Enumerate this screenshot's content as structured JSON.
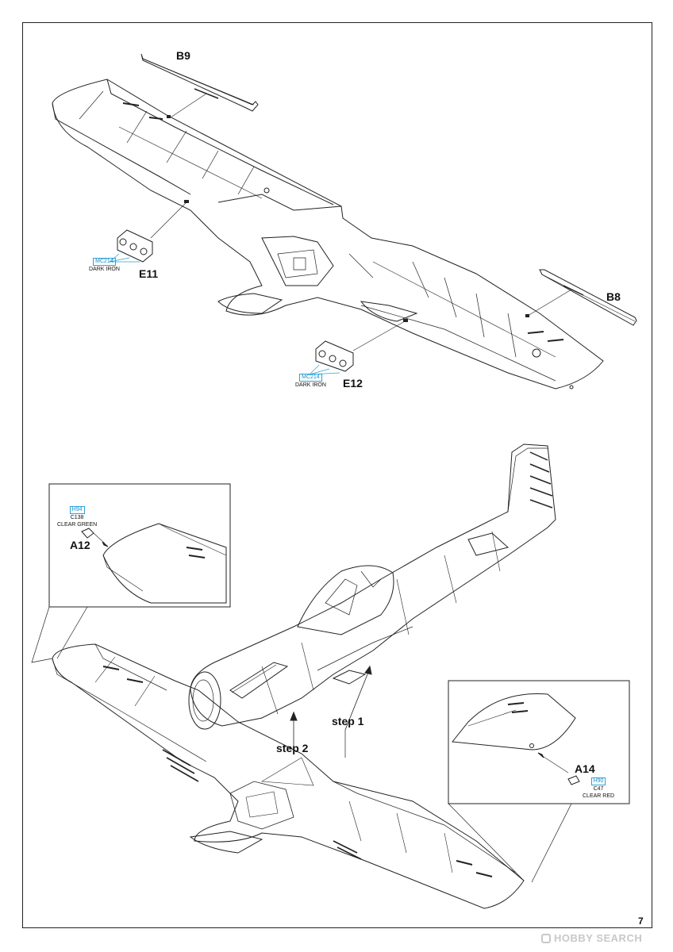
{
  "page": {
    "number": "7"
  },
  "parts": {
    "b9": "B9",
    "b8": "B8",
    "e11": "E11",
    "e12": "E12",
    "a12": "A12",
    "a14": "A14"
  },
  "paints": {
    "e11": {
      "code": "MC214",
      "name": "DARK IRON"
    },
    "e12": {
      "code": "MC214",
      "name": "DARK IRON"
    },
    "a12": {
      "code": "H94",
      "gcode": "C138",
      "name": "CLEAR GREEN"
    },
    "a14": {
      "code": "H90",
      "gcode": "C47",
      "name": "CLEAR RED"
    }
  },
  "steps": {
    "step1": "step 1",
    "step2": "step 2"
  },
  "watermark": "HOBBY SEARCH",
  "colors": {
    "paint_code_box": "#29a3d9",
    "line": "#222222",
    "watermark": "#c8c8c8"
  }
}
